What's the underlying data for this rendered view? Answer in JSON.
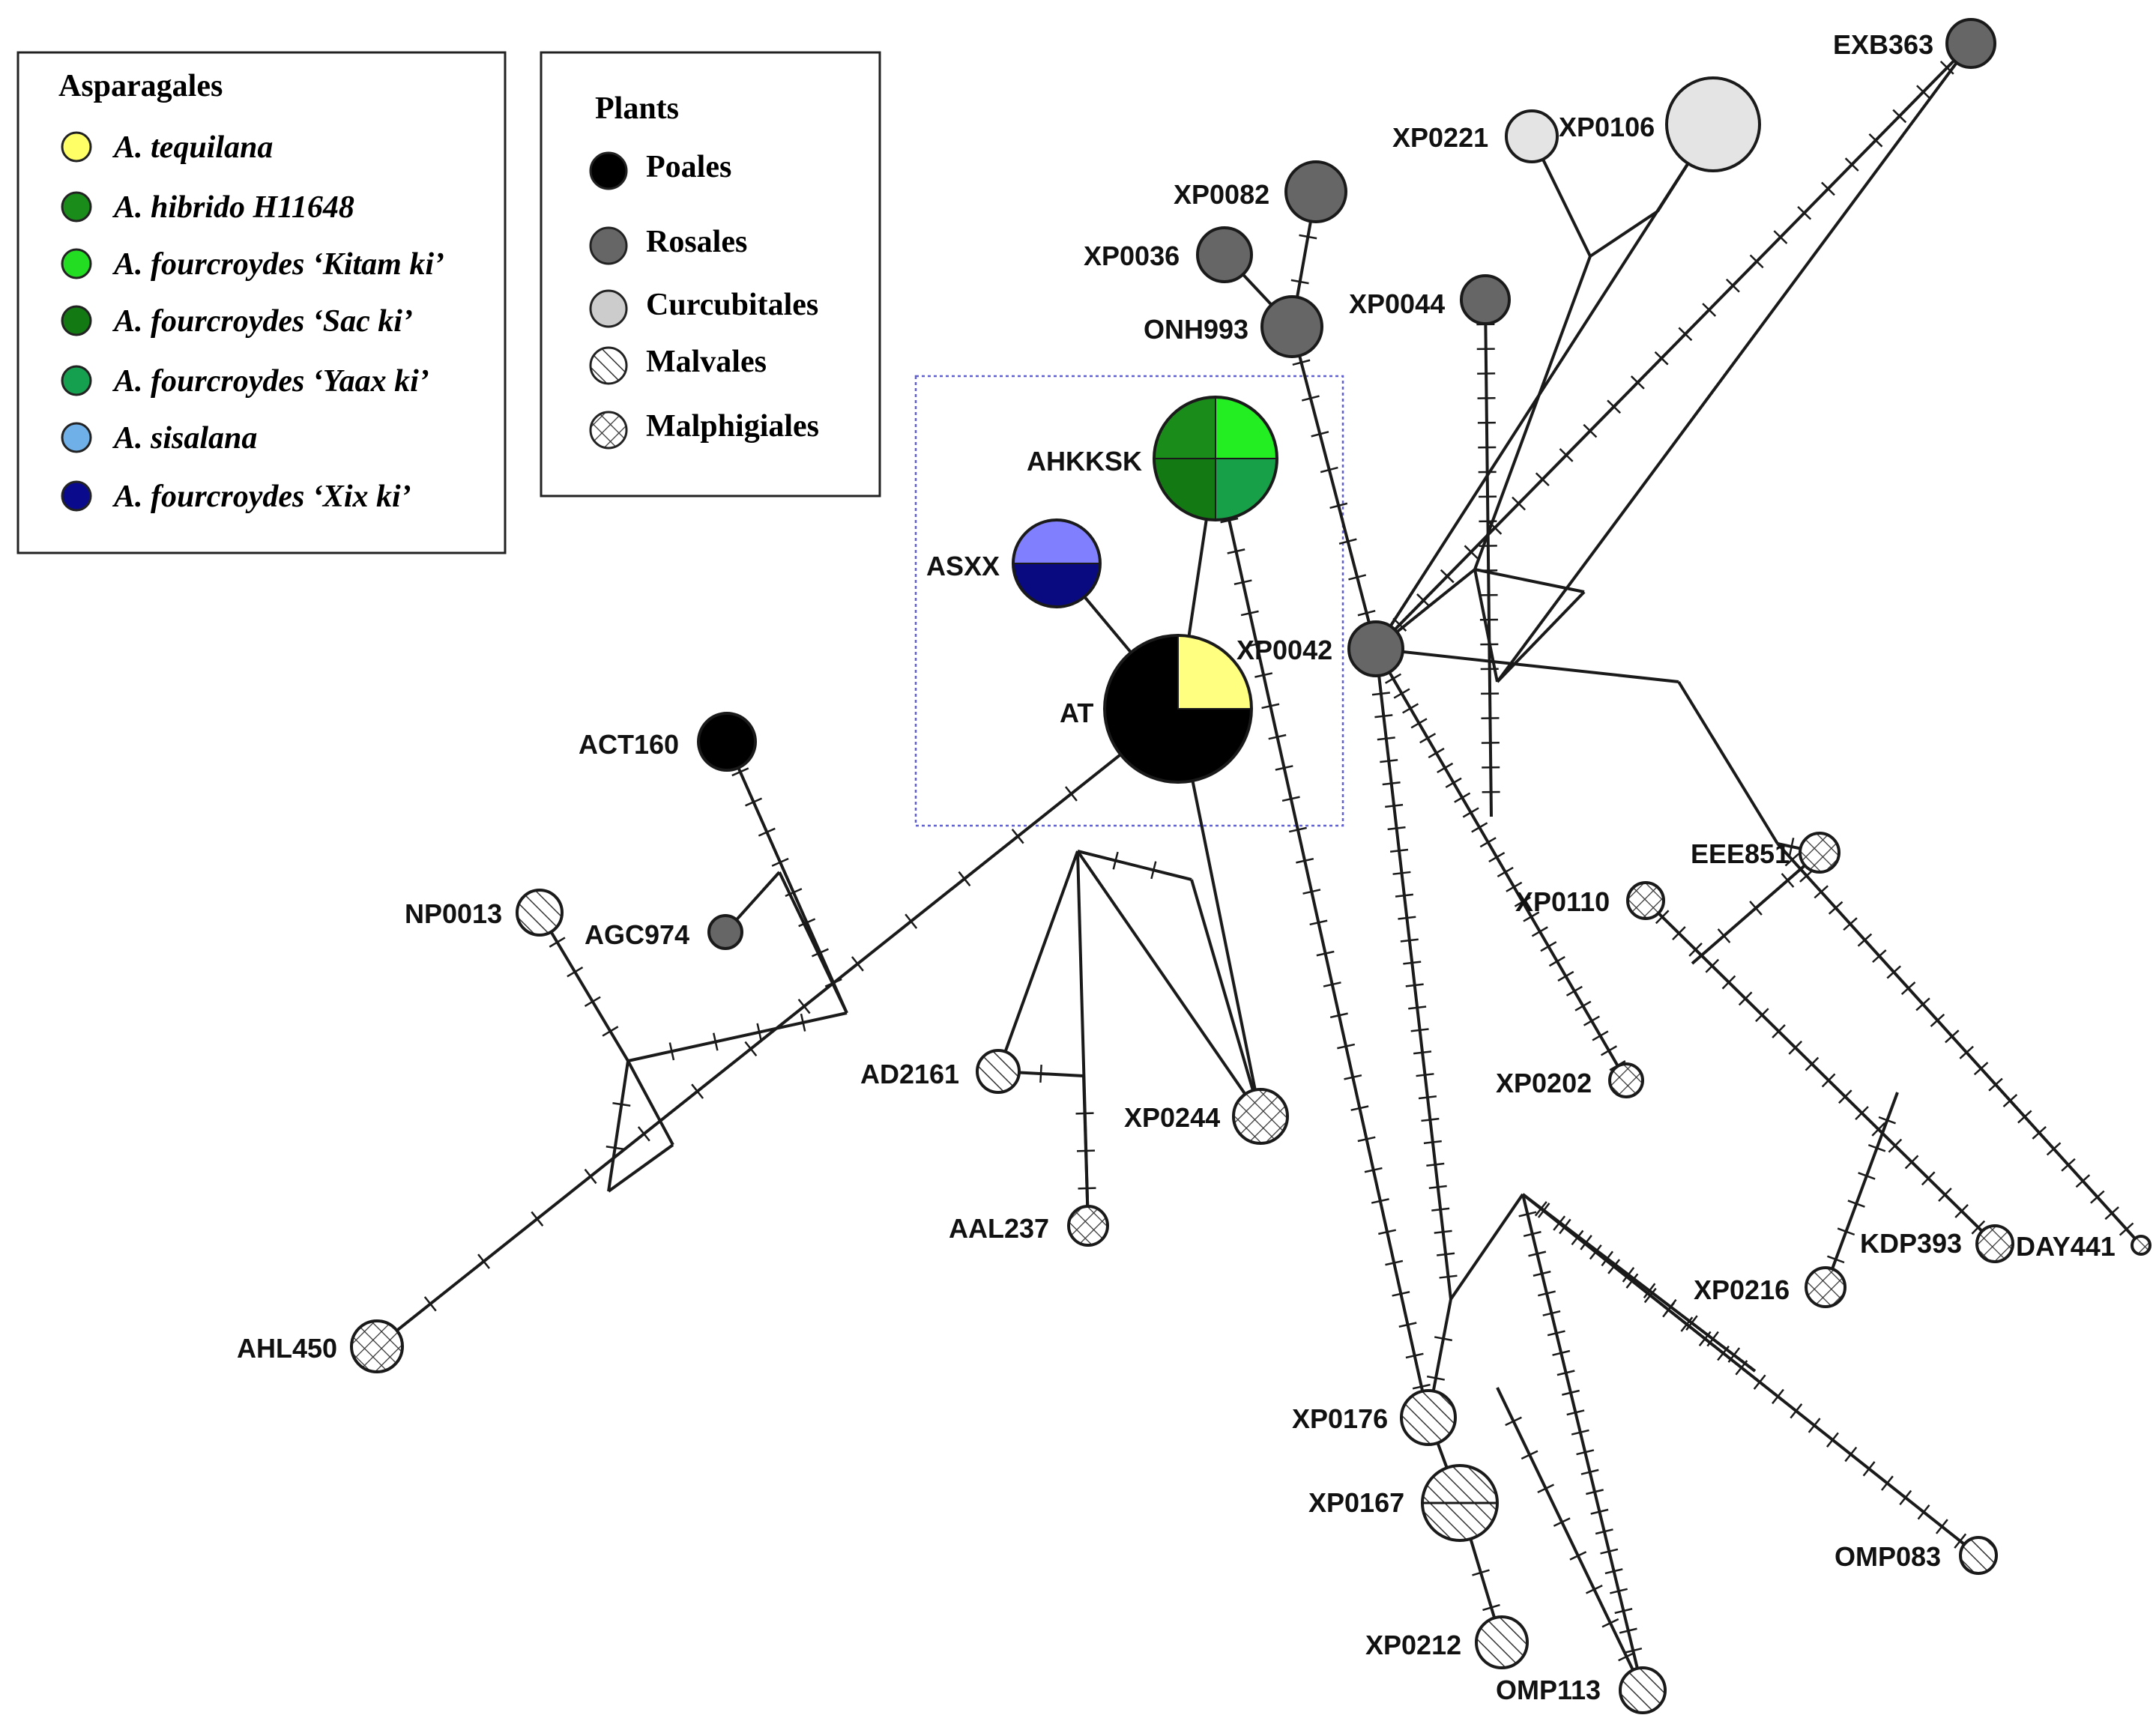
{
  "legends": {
    "asparagales": {
      "title": "Asparagales",
      "items": [
        {
          "label": "A. tequilana",
          "color": "#FFFF66"
        },
        {
          "label": "A. hibrido H11648",
          "color": "#1A8C1A"
        },
        {
          "label": "A. fourcroydes ‘Kitam ki’",
          "color": "#22DD22"
        },
        {
          "label": "A. fourcroydes ‘Sac ki’",
          "color": "#137A13"
        },
        {
          "label": "A. fourcroydes ‘Yaax ki’",
          "color": "#15A050"
        },
        {
          "label": "A. sisalana",
          "color": "#70B0E8"
        },
        {
          "label": "A. fourcroydes ‘Xix ki’",
          "color": "#0A0A8C"
        }
      ]
    },
    "plants": {
      "title": "Plants",
      "items": [
        {
          "label": "Poales",
          "fill": "black"
        },
        {
          "label": "Rosales",
          "fill": "darkgray"
        },
        {
          "label": "Curcubitales",
          "fill": "lightgray"
        },
        {
          "label": "Malvales",
          "fill": "hatch"
        },
        {
          "label": "Malphigiales",
          "fill": "crosshatch"
        }
      ]
    }
  },
  "nodes": {
    "AT": "AT",
    "AHKKSK": "AHKKSK",
    "ASXX": "ASXX",
    "ACT160": "ACT160",
    "AGC974": "AGC974",
    "NP0013": "NP0013",
    "AD2161": "AD2161",
    "AAL237": "AAL237",
    "XP0244": "XP0244",
    "AHL450": "AHL450",
    "XP0082": "XP0082",
    "XP0036": "XP0036",
    "ONH993": "ONH993",
    "XP0044": "XP0044",
    "XP0221": "XP0221",
    "XP0106": "XP0106",
    "EXB363": "EXB363",
    "XP0042": "XP0042",
    "EEE851": "EEE851",
    "XP0110": "XP0110",
    "XP0202": "XP0202",
    "KDP393": "KDP393",
    "DAY441": "DAY441",
    "XP0216": "XP0216",
    "XP0176": "XP0176",
    "XP0167": "XP0167",
    "XP0212": "XP0212",
    "OMP113": "OMP113",
    "OMP083": "OMP083"
  },
  "colors": {
    "poales": "#000000",
    "rosales": "#666666",
    "curcubitales": "#E4E4E4",
    "atYellow": "#FFFF80",
    "asxxTop": "#8080FF",
    "asxxBottom": "#0A0A80",
    "ahkGreenDark": "#137A13",
    "ahkGreenLight": "#22EE22",
    "ahkGreenMid": "#1A8C1A",
    "ahkGreenTeal": "#18A048",
    "boxBorder": "#6060D0"
  }
}
